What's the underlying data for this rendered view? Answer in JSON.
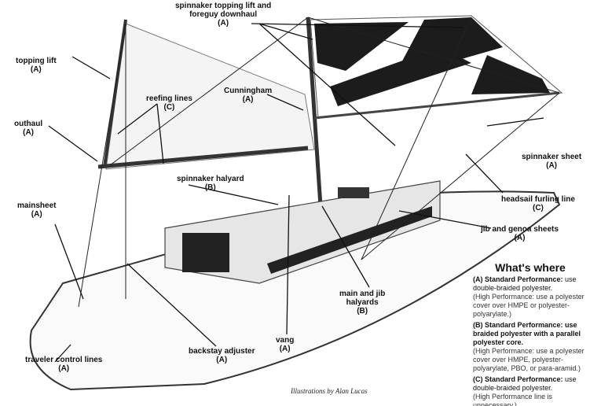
{
  "labels": {
    "spinnaker_topping_lift": {
      "line1": "spinnaker topping lift and",
      "line2": "foreguy downhaul",
      "code": "(A)"
    },
    "topping_lift": {
      "line1": "topping lift",
      "code": "(A)"
    },
    "reefing_lines": {
      "line1": "reefing lines",
      "code": "(C)"
    },
    "cunningham": {
      "line1": "Cunningham",
      "code": "(A)"
    },
    "outhaul": {
      "line1": "outhaul",
      "code": "(A)"
    },
    "spinnaker_halyard": {
      "line1": "spinnaker halyard",
      "code": "(B)"
    },
    "spinnaker_sheet": {
      "line1": "spinnaker sheet",
      "code": "(A)"
    },
    "headsail_furling_line": {
      "line1": "headsail furling line",
      "code": "(C)"
    },
    "mainsheet": {
      "line1": "mainsheet",
      "code": "(A)"
    },
    "jib_genoa_sheets": {
      "line1": "jib  and genoa sheets",
      "code": "(A)"
    },
    "main_jib_halyards": {
      "line1": "main and jib",
      "line2": "halyards",
      "code": "(B)"
    },
    "vang": {
      "line1": "vang",
      "code": "(A)"
    },
    "backstay_adjuster": {
      "line1": "backstay adjuster",
      "code": "(A)"
    },
    "traveler_control_lines": {
      "line1": "traveler control lines",
      "code": "(A)"
    }
  },
  "legend": {
    "title": "What's where",
    "a": {
      "head": "(A) Standard Performance:",
      "text": " use double-braided polyester.",
      "note": "(High Performance: use a polyester cover over HMPE or polyester-polyarylate.)"
    },
    "b": {
      "head": "(B) Standard Performance:",
      "text": " use braided polyester with a parallel polyester core.",
      "note": "(High Performance: use a polyester cover over HMPE, polyester-polyarylate, PBO, or para-aramid.)"
    },
    "c": {
      "head": "(C) Standard Performance:",
      "text": " use double-braided polyester.",
      "note": "(High Performance line is unnecessary.)"
    }
  },
  "credit": "Illustrations by Alan Lucas"
}
